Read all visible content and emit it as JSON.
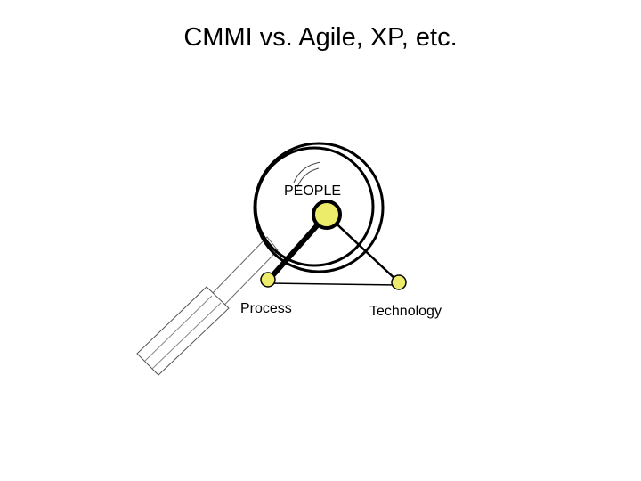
{
  "slide": {
    "title": "CMMI vs. Agile, XP, etc."
  },
  "diagram": {
    "nodes": {
      "people": "PEOPLE",
      "process": "Process",
      "technology": "Technology"
    },
    "node_fill": "#ecec6a",
    "stroke": "#000000",
    "magnifier_icon": "magnifying-glass-icon"
  }
}
